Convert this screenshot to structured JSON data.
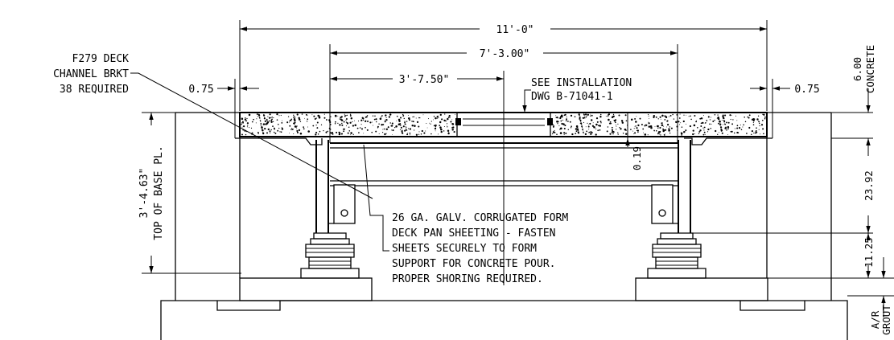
{
  "dimensions": {
    "overall_width": "11'-0\"",
    "inner_width": "7'-3.00\"",
    "half_width": "3'-7.50\"",
    "left_offset": "0.75",
    "right_offset": "0.75",
    "concrete_depth": "6.00",
    "concrete_label": "CONCRETE",
    "pan_depth": "0.19",
    "beam_depth": "23.92",
    "pedestal_height": "11.25",
    "grout_label": "A/R",
    "grout_label2": "GROUT",
    "height_value": "3'-4.63\"",
    "height_label": "TOP OF BASE PL."
  },
  "notes": {
    "bracket_line1": "F279 DECK",
    "bracket_line2": "CHANNEL BRKT",
    "bracket_line3": "38 REQUIRED",
    "install_line1": "SEE INSTALLATION",
    "install_line2": "DWG B-71041-1",
    "form_line1": "26 GA. GALV. CORRUGATED FORM",
    "form_line2": "DECK PAN SHEETING - FASTEN",
    "form_line3": "SHEETS SECURELY TO FORM",
    "form_line4": "SUPPORT FOR CONCRETE POUR.",
    "form_line5": "PROPER SHORING REQUIRED."
  }
}
